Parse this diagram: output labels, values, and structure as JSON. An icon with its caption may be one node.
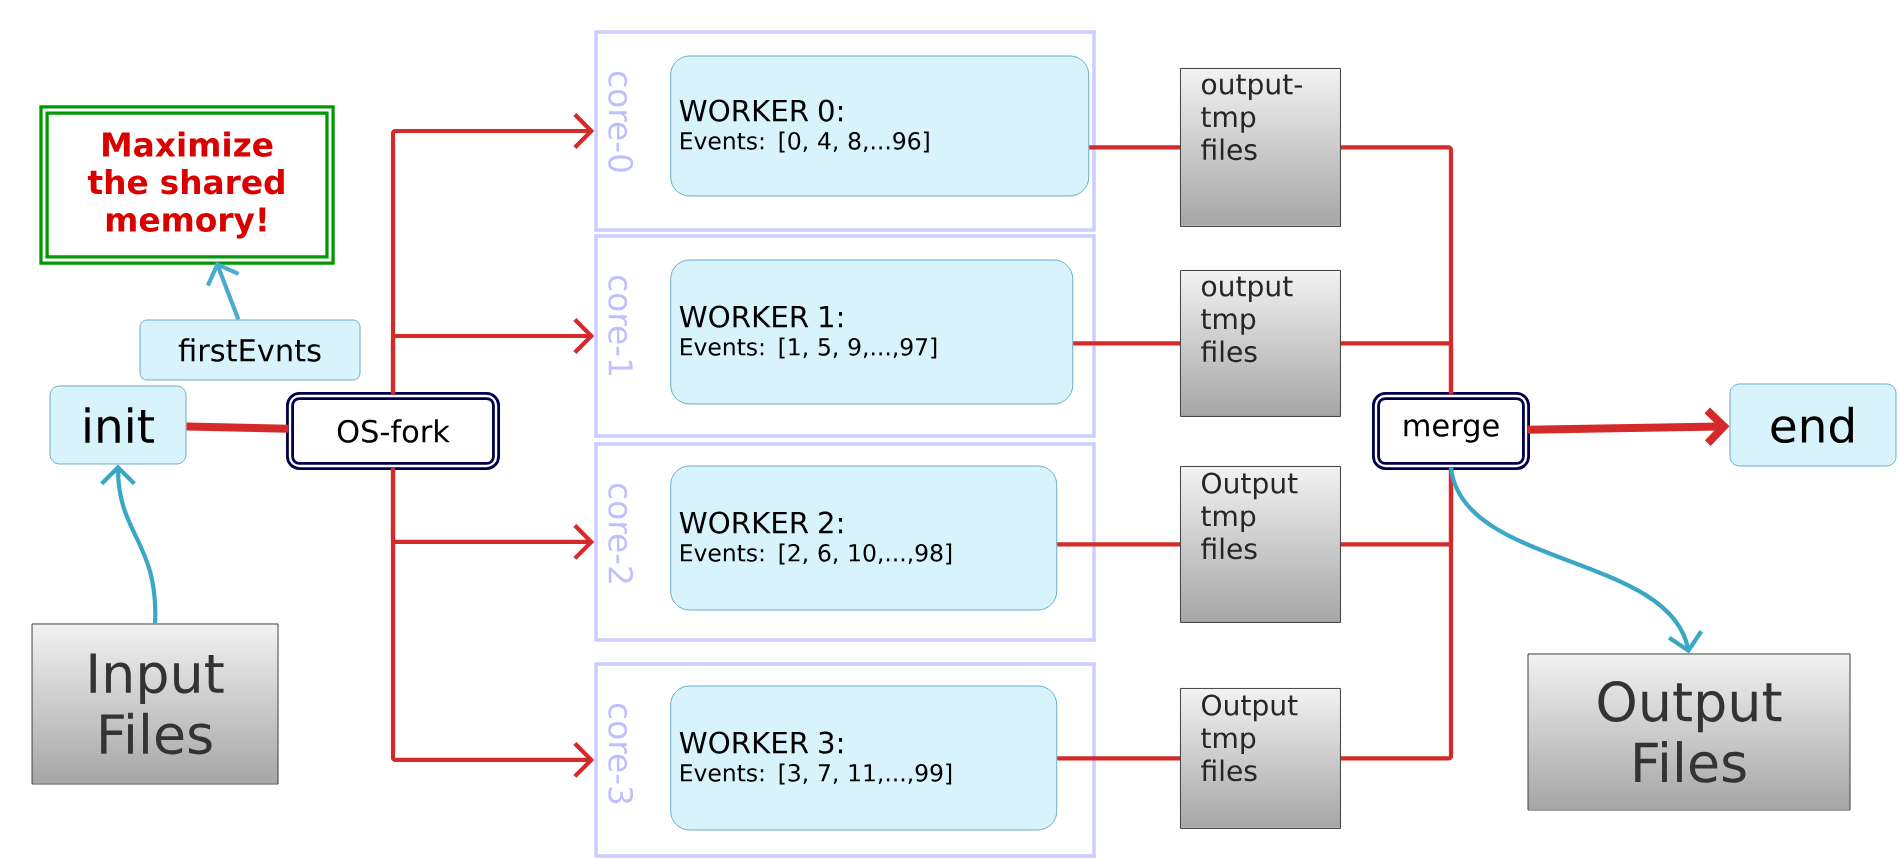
{
  "diagram": {
    "nodes": [
      {
        "text": [
          "Maximize the shared memory!"
        ]
      },
      {
        "text": [
          "firstEvnts"
        ]
      },
      {
        "text": [
          "init"
        ]
      },
      {
        "text": [
          "OS-fork"
        ]
      },
      {
        "text": [
          "Input Files"
        ]
      },
      {
        "text": [
          "core-0"
        ]
      },
      {
        "text": [
          "WORKER 0:",
          "Events: [0, 4, 8,...96]"
        ],
        "in": 5
      },
      {
        "text": [
          "core-1"
        ]
      },
      {
        "text": [
          "WORKER 1:",
          "Events: [1, 5, 9,...,97]"
        ],
        "in": 7
      },
      {
        "text": [
          "core-2"
        ]
      },
      {
        "text": [
          "WORKER 2:",
          "Events: [2, 6, 10,...,98]"
        ],
        "in": 9
      },
      {
        "text": [
          "core-3"
        ]
      },
      {
        "text": [
          "WORKER 3:",
          "Events: [3, 7, 11,...,99]"
        ],
        "in": 11
      },
      {
        "text": [
          "output- tmp files"
        ]
      },
      {
        "text": [
          "output tmp files"
        ]
      },
      {
        "text": [
          "Output tmp files"
        ]
      },
      {
        "text": [
          "Output tmp files"
        ]
      },
      {
        "text": [
          "merge"
        ]
      },
      {
        "text": [
          "end"
        ]
      },
      {
        "text": [
          "Output Files"
        ]
      }
    ],
    "edges": [
      {
        "from": 1,
        "to": 0,
        "arrow": "to",
        "color": "#4aaccc"
      },
      {
        "from": 4,
        "to": 2,
        "arrow": "to",
        "color": "#3ba7c6"
      },
      {
        "from": 2,
        "to": 3,
        "arrow": "none",
        "style": "thick"
      },
      {
        "from": 3,
        "to": 5,
        "arrow": "to"
      },
      {
        "from": 3,
        "to": 7,
        "arrow": "to"
      },
      {
        "from": 3,
        "to": 9,
        "arrow": "to"
      },
      {
        "from": 3,
        "to": 11,
        "arrow": "to"
      },
      {
        "from": 6,
        "to": 13,
        "arrow": "none"
      },
      {
        "from": 8,
        "to": 14,
        "arrow": "none"
      },
      {
        "from": 10,
        "to": 15,
        "arrow": "none"
      },
      {
        "from": 12,
        "to": 16,
        "arrow": "none"
      },
      {
        "from": 13,
        "to": 17,
        "arrow": "none"
      },
      {
        "from": 14,
        "to": 17,
        "arrow": "none"
      },
      {
        "from": 15,
        "to": 17,
        "arrow": "none"
      },
      {
        "from": 16,
        "to": 17,
        "arrow": "none"
      },
      {
        "from": 17,
        "to": 18,
        "arrow": "to",
        "style": "thick"
      },
      {
        "from": 17,
        "to": 19,
        "arrow": "to",
        "color": "#3ba7c6"
      }
    ]
  }
}
